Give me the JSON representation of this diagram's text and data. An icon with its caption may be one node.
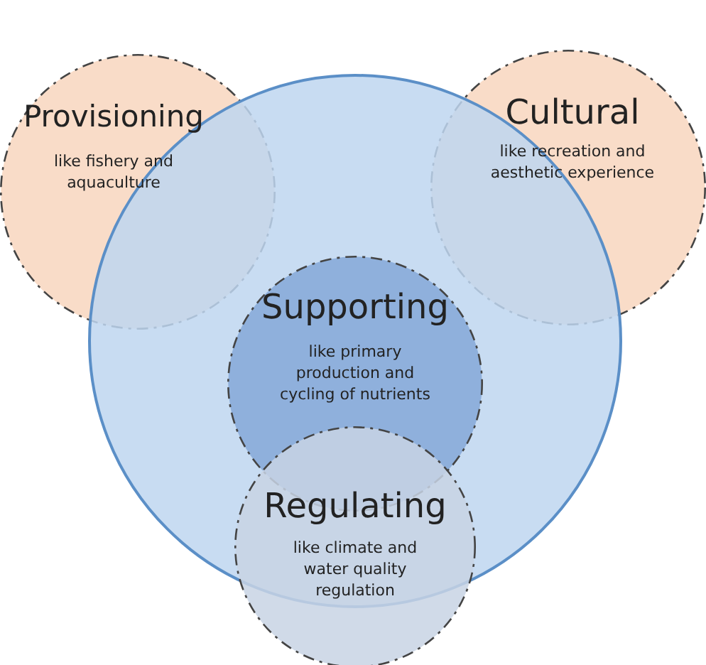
{
  "diagram": {
    "nodes": [
      {
        "text": [],
        "shape": "circle"
      },
      {
        "text": [
          "Provisioning",
          "like fishery and aquaculture"
        ]
      },
      {
        "text": [
          "Cultural",
          "like recreation and aesthetic experience"
        ]
      },
      {
        "text": [
          "Supporting",
          "like primary production and cycling of nutrients"
        ],
        "in": 0
      },
      {
        "text": [
          "Regulating",
          "like climate and water quality regulation"
        ]
      }
    ],
    "edges": []
  }
}
